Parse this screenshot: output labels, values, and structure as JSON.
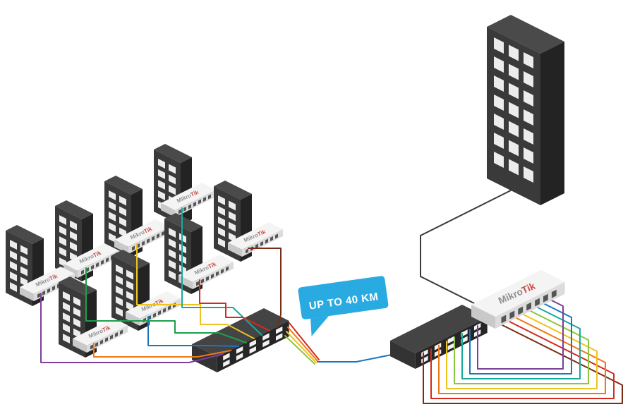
{
  "callout": {
    "text": "UP TO 40 KM",
    "color": "#29abe2"
  },
  "labels": {
    "mikro": "Mikro",
    "tik": "Tik"
  },
  "label_colors": {
    "mikro": "#8f8f8f",
    "tik": "#c84b43"
  },
  "colors": {
    "purple": "#7d3f98",
    "blue": "#1b75bb",
    "teal": "#18a99d",
    "green": "#1e9e4a",
    "lime": "#8dc63f",
    "yellow": "#efc31d",
    "orange": "#f07818",
    "red": "#d42a20",
    "brown": "#7a2c16",
    "dark": "#3a3a3a",
    "fiber": "#1b75bb"
  },
  "fan_colors": [
    "#7a2c16",
    "#d42a20",
    "#f07818",
    "#efc31d",
    "#8dc63f",
    "#18a99d",
    "#1b75bb",
    "#7d3f98"
  ]
}
